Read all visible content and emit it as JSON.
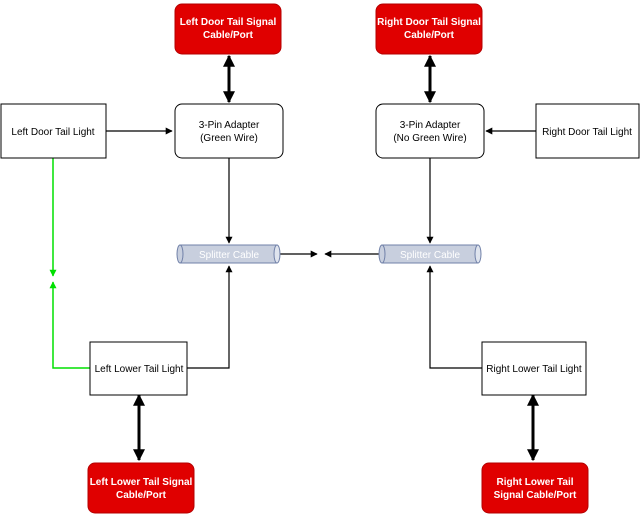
{
  "colors": {
    "port_fill": "#e00000",
    "port_stroke": "#b40000",
    "box_stroke": "#000000",
    "splitter_fill": "#c8cfde",
    "splitter_stroke": "#7080a8",
    "green_wire": "#00e000"
  },
  "nodes": {
    "left_door_port": {
      "line1": "Left Door Tail Signal",
      "line2": "Cable/Port"
    },
    "right_door_port": {
      "line1": "Right Door Tail Signal",
      "line2": "Cable/Port"
    },
    "left_door_light": {
      "label": "Left Door Tail Light"
    },
    "right_door_light": {
      "label": "Right Door Tail Light"
    },
    "left_adapter": {
      "line1": "3-Pin Adapter",
      "line2": "(Green Wire)"
    },
    "right_adapter": {
      "line1": "3-Pin Adapter",
      "line2": "(No Green Wire)"
    },
    "left_splitter": {
      "label": "Splitter Cable"
    },
    "right_splitter": {
      "label": "Splitter Cable"
    },
    "left_lower_light": {
      "label": "Left Lower Tail Light"
    },
    "right_lower_light": {
      "label": "Right Lower Tail Light"
    },
    "left_lower_port": {
      "line1": "Left Lower Tail Signal",
      "line2": "Cable/Port"
    },
    "right_lower_port": {
      "line1": "Right Lower Tail",
      "line2": "Signal Cable/Port"
    }
  }
}
